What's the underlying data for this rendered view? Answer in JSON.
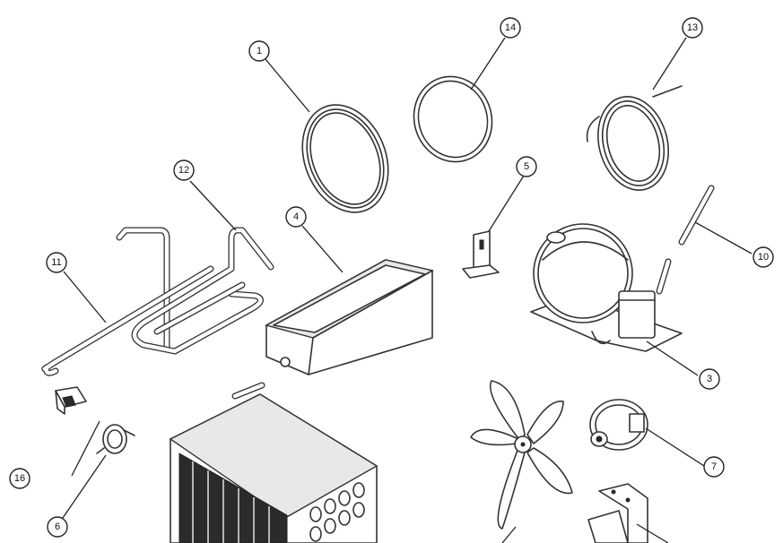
{
  "callouts": [
    {
      "label": "1"
    },
    {
      "label": "14"
    },
    {
      "label": "13"
    },
    {
      "label": "12"
    },
    {
      "label": "5"
    },
    {
      "label": "4"
    },
    {
      "label": "10"
    },
    {
      "label": "11"
    },
    {
      "label": "3"
    },
    {
      "label": "16"
    },
    {
      "label": "7"
    },
    {
      "label": "6"
    }
  ]
}
